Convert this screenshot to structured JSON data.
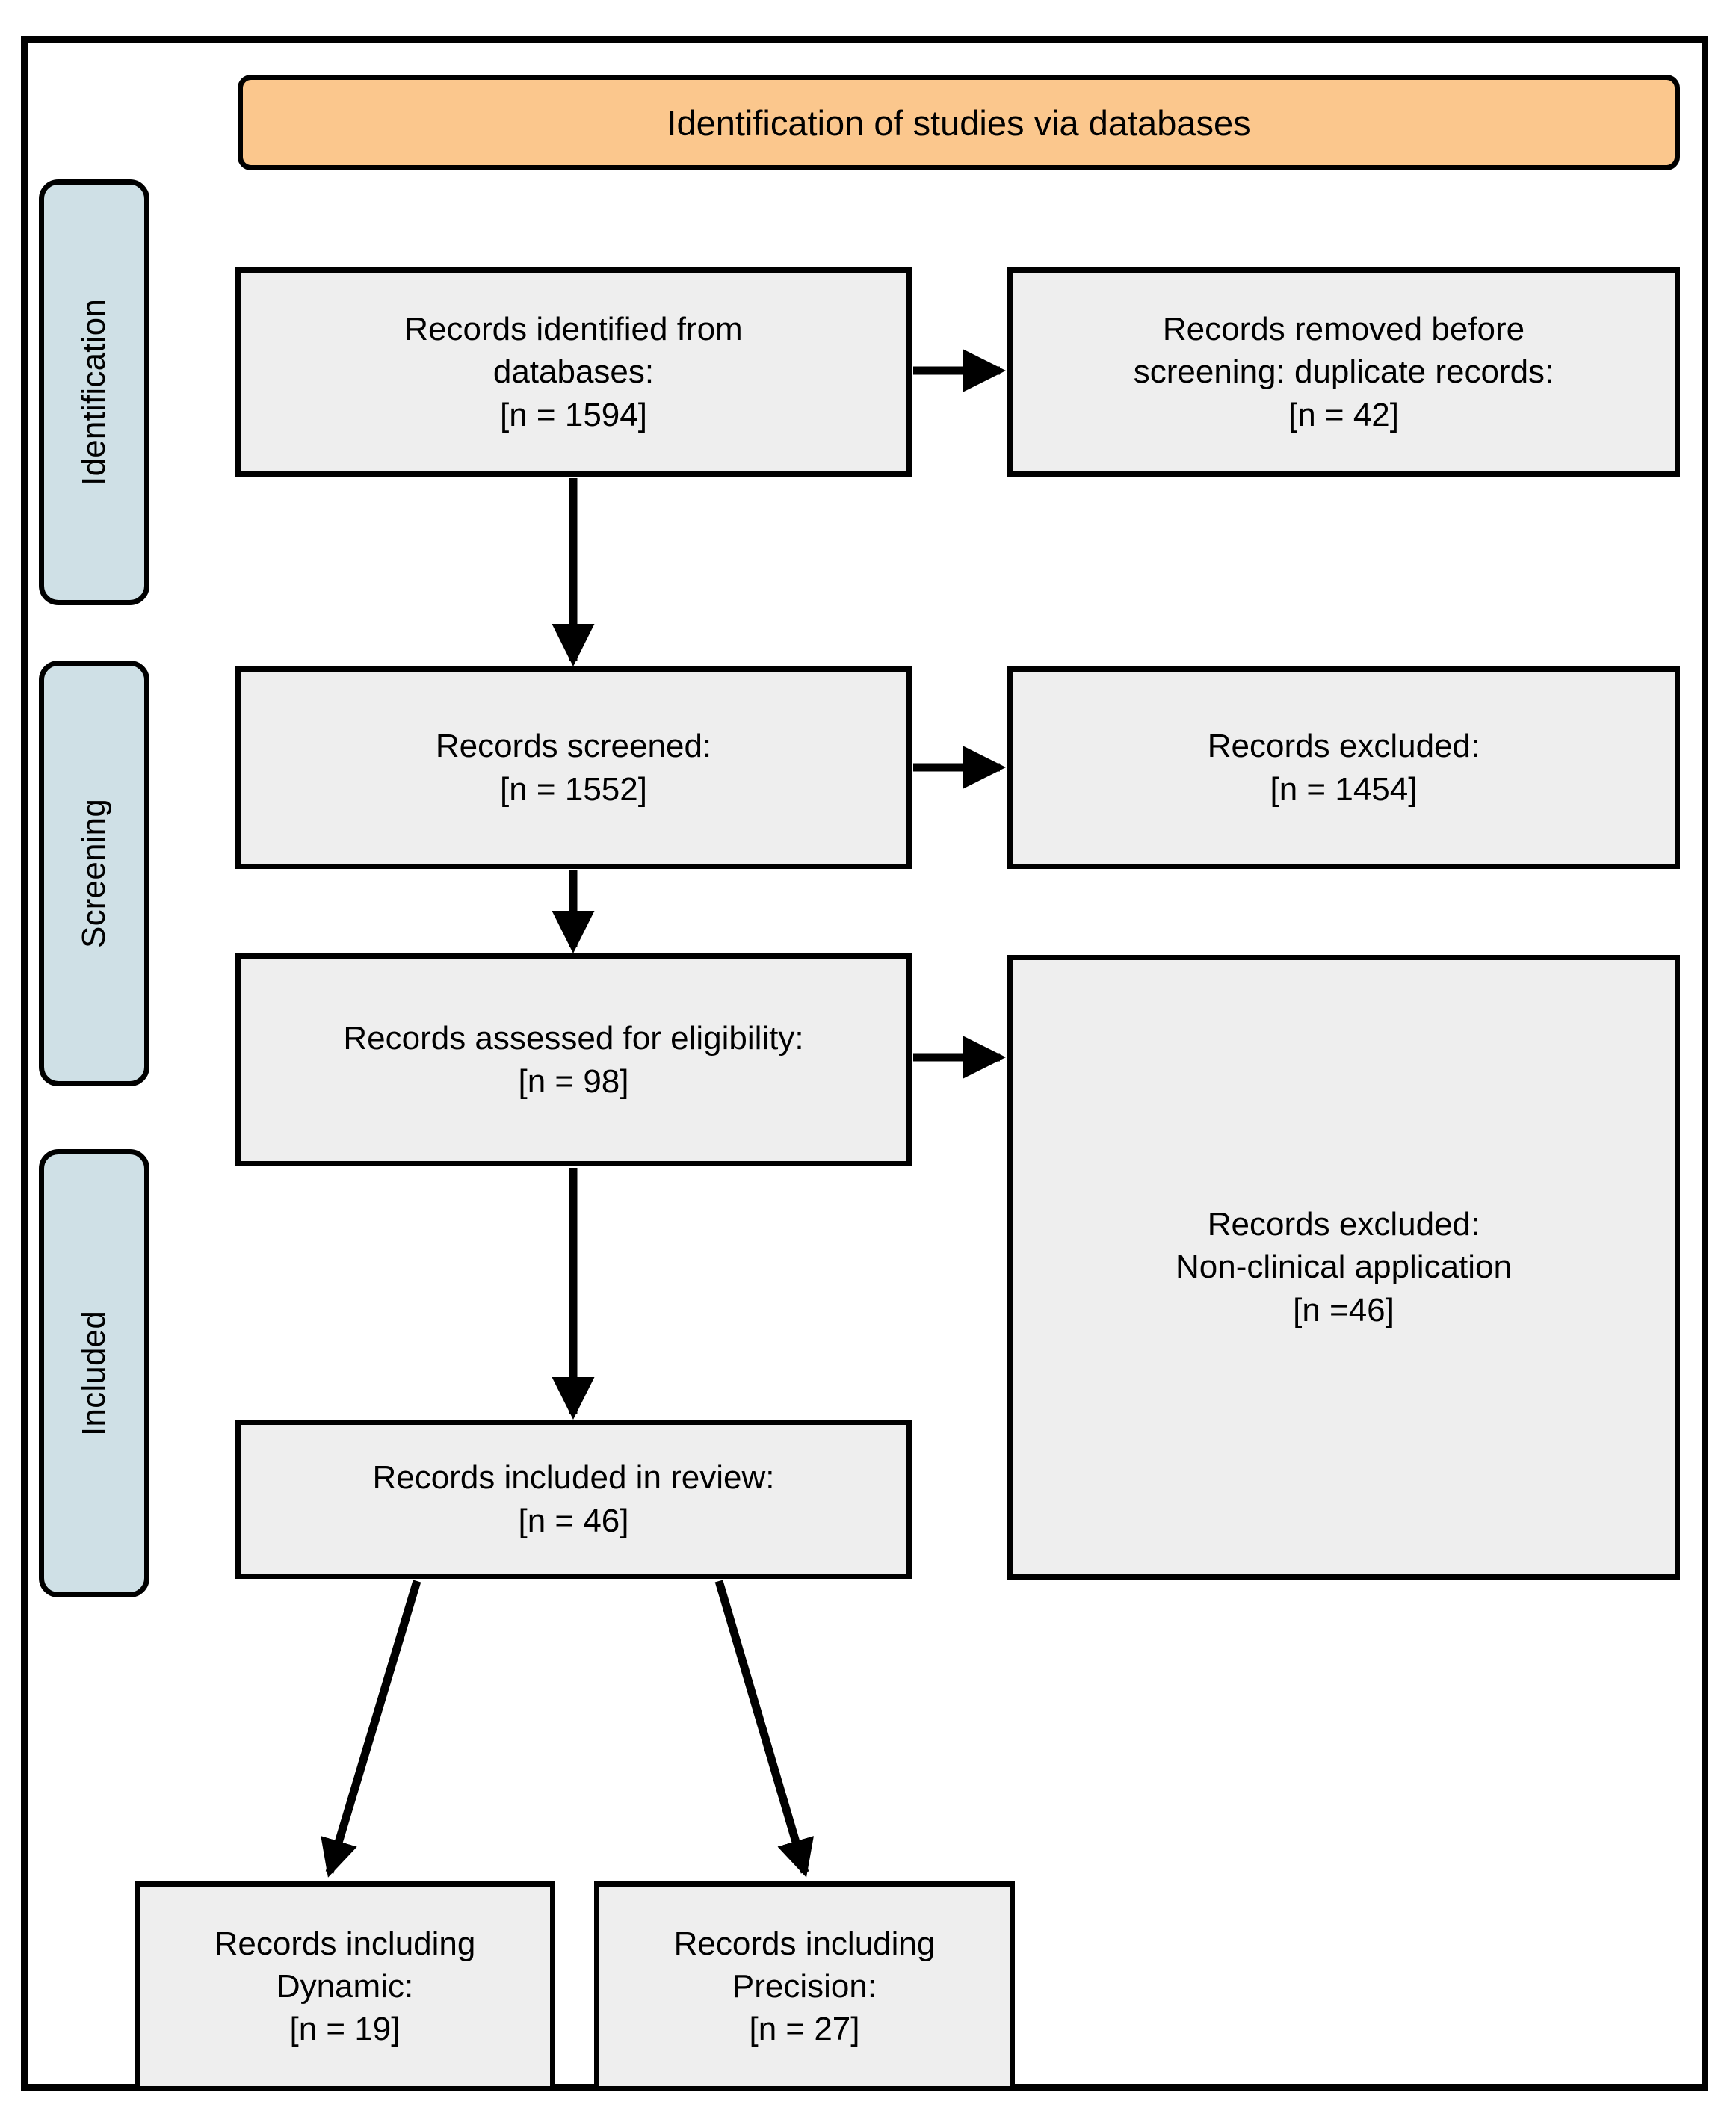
{
  "figure": {
    "type": "prisma-flow-diagram",
    "banner_title": "Identification of studies via databases",
    "colors": {
      "banner_fill": "#fbc78d",
      "stage_fill": "#cfe0e6",
      "box_fill": "#eeeeee",
      "stroke": "#000000",
      "page_background": "#ffffff"
    }
  },
  "stages": [
    {
      "label": "Identification"
    },
    {
      "label": "Screening"
    },
    {
      "label": "Included"
    }
  ],
  "boxes": {
    "identified": "Records identified from\ndatabases:\n[n = 1594]",
    "removed": "Records removed before\nscreening: duplicate records:\n[n = 42]",
    "screened": "Records screened:\n[n = 1552]",
    "excluded_screening": "Records excluded:\n[n = 1454]",
    "eligibility": "Records assessed for eligibility:\n[n = 98]",
    "excluded_nonclinical": "Records excluded:\nNon-clinical application\n[n =46]",
    "included_review": "Records included in review:\n[n = 46]",
    "included_dynamic": "Records including\nDynamic:\n[n = 19]",
    "included_precision": "Records including\nPrecision:\n[n = 27]"
  },
  "counts": {
    "identified_from_databases": 1594,
    "removed_before_screening_duplicates": 42,
    "records_screened": 1552,
    "records_excluded_screening": 1454,
    "records_assessed_for_eligibility": 98,
    "records_excluded_non_clinical": 46,
    "records_included_in_review": 46,
    "records_including_dynamic": 19,
    "records_including_precision": 27
  }
}
